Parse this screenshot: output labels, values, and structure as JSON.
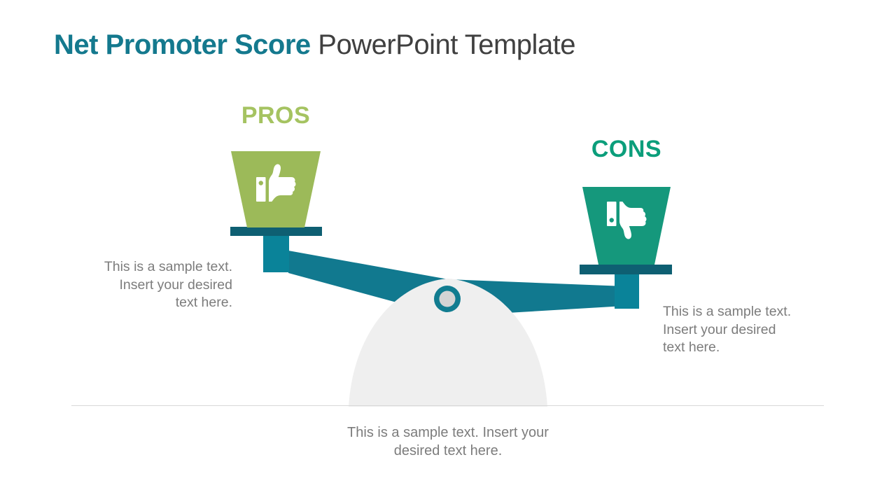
{
  "slide": {
    "title": {
      "highlight": "Net Promoter Score",
      "rest": "PowerPoint Template"
    }
  },
  "pros": {
    "label": "PROS",
    "icon": "thumbs-up-icon",
    "color": "#9CBA59",
    "label_color": "#A5C361",
    "description_lines": [
      "This is a sample text.",
      "Insert your desired",
      "text here."
    ]
  },
  "cons": {
    "label": "CONS",
    "icon": "thumbs-down-icon",
    "color": "#15987C",
    "label_color": "#0B9E7B",
    "description_lines": [
      "This is a sample text.",
      "Insert your desired",
      "text here."
    ]
  },
  "footer": {
    "description_lines": [
      "This is a sample text. Insert your",
      "desired text here."
    ]
  },
  "colors": {
    "title_highlight": "#14798E",
    "title_rest": "#404040",
    "beam": "#11798F",
    "post": "#0A8399",
    "plate": "#0E5F72",
    "fulcrum": "#EFEFEF",
    "pivot_ring": "#117C90",
    "pivot_inner": "#D4D4D4",
    "body_text": "#7C7C7C",
    "divider": "#D8D8D8"
  }
}
